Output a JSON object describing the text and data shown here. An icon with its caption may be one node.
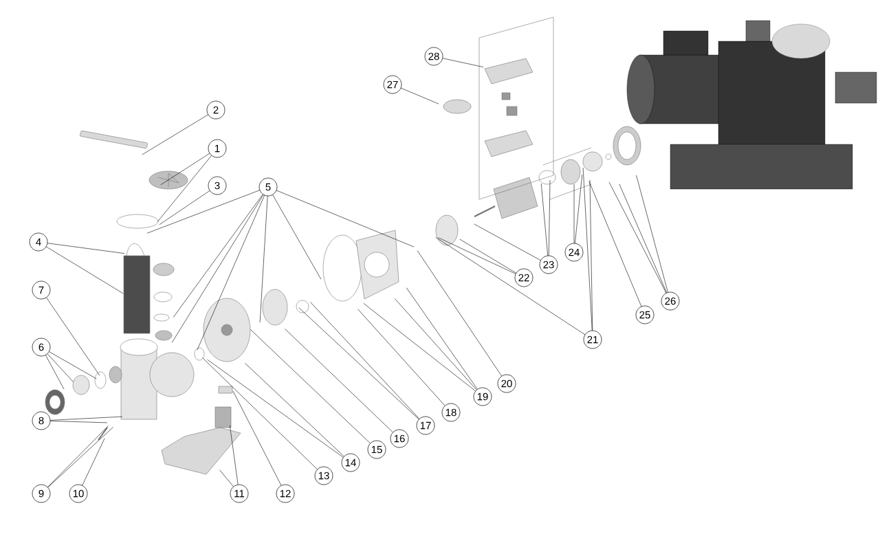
{
  "diagram": {
    "nodes": [
      {
        "text": [
          "1"
        ]
      },
      {
        "text": [
          "2"
        ]
      },
      {
        "text": [
          "3"
        ]
      },
      {
        "text": [
          "4"
        ]
      },
      {
        "text": [
          "5"
        ]
      },
      {
        "text": [
          "6"
        ]
      },
      {
        "text": [
          "7"
        ]
      },
      {
        "text": [
          "8"
        ]
      },
      {
        "text": [
          "9"
        ]
      },
      {
        "text": [
          "10"
        ]
      },
      {
        "text": [
          "11"
        ]
      },
      {
        "text": [
          "12"
        ]
      },
      {
        "text": [
          "13"
        ]
      },
      {
        "text": [
          "14"
        ]
      },
      {
        "text": [
          "15"
        ]
      },
      {
        "text": [
          "16"
        ]
      },
      {
        "text": [
          "17"
        ]
      },
      {
        "text": [
          "18"
        ]
      },
      {
        "text": [
          "19"
        ]
      },
      {
        "text": [
          "20"
        ]
      },
      {
        "text": [
          "21"
        ]
      },
      {
        "text": [
          "22"
        ]
      },
      {
        "text": [
          "23"
        ]
      },
      {
        "text": [
          "24"
        ]
      },
      {
        "text": [
          "25"
        ]
      },
      {
        "text": [
          "26"
        ]
      },
      {
        "text": [
          "27"
        ]
      },
      {
        "text": [
          "28"
        ]
      }
    ],
    "edges": [
      {
        "from": 0,
        "to": null,
        "arrow": "none"
      },
      {
        "from": 0,
        "to": null,
        "arrow": "none"
      },
      {
        "from": 1,
        "to": null,
        "arrow": "none"
      },
      {
        "from": 2,
        "to": null,
        "arrow": "none"
      },
      {
        "from": 3,
        "to": null,
        "arrow": "none"
      },
      {
        "from": 3,
        "to": null,
        "arrow": "none"
      },
      {
        "from": 4,
        "to": null,
        "arrow": "none"
      },
      {
        "from": 4,
        "to": null,
        "arrow": "none"
      },
      {
        "from": 4,
        "to": null,
        "arrow": "none"
      },
      {
        "from": 4,
        "to": null,
        "arrow": "none"
      },
      {
        "from": 4,
        "to": null,
        "arrow": "none"
      },
      {
        "from": 4,
        "to": null,
        "arrow": "none"
      },
      {
        "from": 4,
        "to": null,
        "arrow": "none"
      },
      {
        "from": 5,
        "to": null,
        "arrow": "none"
      },
      {
        "from": 5,
        "to": null,
        "arrow": "none"
      },
      {
        "from": 5,
        "to": null,
        "arrow": "none"
      },
      {
        "from": 6,
        "to": null,
        "arrow": "none"
      },
      {
        "from": 7,
        "to": null,
        "arrow": "none"
      },
      {
        "from": 7,
        "to": null,
        "arrow": "none"
      },
      {
        "from": 8,
        "to": null,
        "arrow": "none"
      },
      {
        "from": 8,
        "to": null,
        "arrow": "none"
      },
      {
        "from": 9,
        "to": null,
        "arrow": "none"
      },
      {
        "from": 10,
        "to": null,
        "arrow": "none"
      },
      {
        "from": 10,
        "to": null,
        "arrow": "none"
      },
      {
        "from": 11,
        "to": null,
        "arrow": "none"
      },
      {
        "from": 12,
        "to": null,
        "arrow": "none"
      },
      {
        "from": 13,
        "to": null,
        "arrow": "none"
      },
      {
        "from": 13,
        "to": null,
        "arrow": "none"
      },
      {
        "from": 14,
        "to": null,
        "arrow": "none"
      },
      {
        "from": 15,
        "to": null,
        "arrow": "none"
      },
      {
        "from": 16,
        "to": null,
        "arrow": "none"
      },
      {
        "from": 16,
        "to": null,
        "arrow": "none"
      },
      {
        "from": 17,
        "to": null,
        "arrow": "none"
      },
      {
        "from": 18,
        "to": null,
        "arrow": "none"
      },
      {
        "from": 18,
        "to": null,
        "arrow": "none"
      },
      {
        "from": 18,
        "to": null,
        "arrow": "none"
      },
      {
        "from": 19,
        "to": null,
        "arrow": "none"
      },
      {
        "from": 20,
        "to": null,
        "arrow": "none"
      },
      {
        "from": 20,
        "to": null,
        "arrow": "none"
      },
      {
        "from": 20,
        "to": null,
        "arrow": "none"
      },
      {
        "from": 21,
        "to": null,
        "arrow": "none"
      },
      {
        "from": 21,
        "to": null,
        "arrow": "none"
      },
      {
        "from": 22,
        "to": null,
        "arrow": "none"
      },
      {
        "from": 22,
        "to": null,
        "arrow": "none"
      },
      {
        "from": 22,
        "to": null,
        "arrow": "none"
      },
      {
        "from": 23,
        "to": null,
        "arrow": "none"
      },
      {
        "from": 23,
        "to": null,
        "arrow": "none"
      },
      {
        "from": 24,
        "to": null,
        "arrow": "none"
      },
      {
        "from": 25,
        "to": null,
        "arrow": "none"
      },
      {
        "from": 25,
        "to": null,
        "arrow": "none"
      },
      {
        "from": 25,
        "to": null,
        "arrow": "none"
      },
      {
        "from": 26,
        "to": null,
        "arrow": "none"
      },
      {
        "from": 27,
        "to": null,
        "arrow": "none"
      }
    ]
  }
}
